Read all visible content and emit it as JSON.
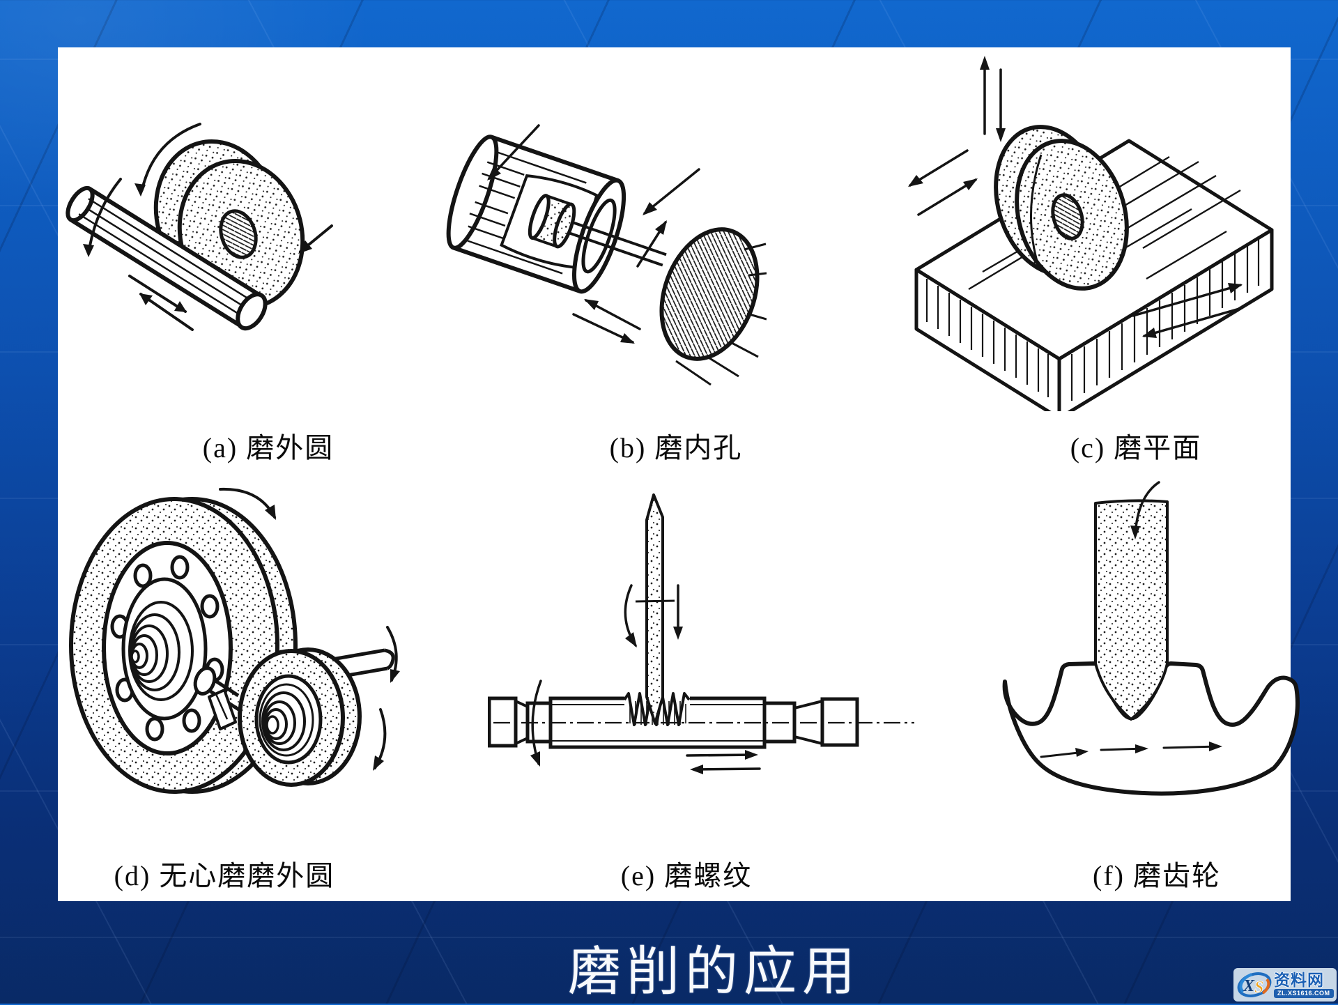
{
  "slide": {
    "title": "磨削的应用",
    "figures": [
      {
        "key": "a",
        "caption": "(a) 磨外圆"
      },
      {
        "key": "b",
        "caption": "(b) 磨内孔"
      },
      {
        "key": "c",
        "caption": "(c) 磨平面"
      },
      {
        "key": "d",
        "caption": "(d) 无心磨磨外圆"
      },
      {
        "key": "e",
        "caption": "(e) 磨螺纹"
      },
      {
        "key": "f",
        "caption": "(f) 磨齿轮"
      }
    ]
  },
  "watermark": {
    "logo": "XS",
    "name": "资料网",
    "url": "ZL.XS1616.COM"
  },
  "colors": {
    "bg_top": "#1168ce",
    "bg_bottom": "#092a66",
    "panel": "#ffffff",
    "ink": "#141414",
    "title_text": "#f7f9fc",
    "watermark_blue": "#1a5fb4"
  }
}
